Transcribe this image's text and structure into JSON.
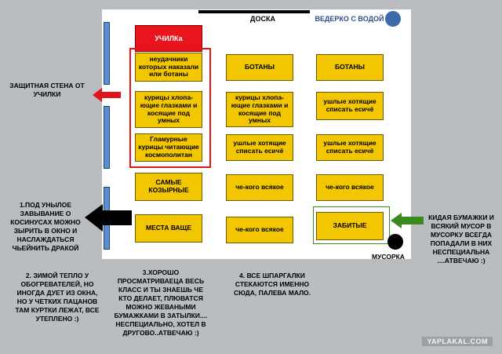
{
  "board_label": "ДОСКА",
  "bucket_label": "ВЕДЕРКО С ВОДОЙ",
  "teacher_label": "УЧИЛКа",
  "bin_label": "МУСОРКА",
  "desks": {
    "c1r1": "неудачники которых наказали или ботаны",
    "c1r2": "курицы хлопа-ющие глазками и косящие под умных",
    "c1r3": "Гламурные курицы читающие космополитан",
    "c1r4": "САМЫЕ КОЗЫРНЫЕ",
    "c1r5": "МЕСТА ВАЩЕ",
    "c2r1": "БОТАНЫ",
    "c2r2": "курицы хлопа-ющие глазками и косящие под умных",
    "c2r3": "ушлые хотящие списать есичё",
    "c2r4": "че-кого всякое",
    "c2r5": "че-кого всякое",
    "c3r1": "БОТАНЫ",
    "c3r2": "ушлые хотящие списать есичё",
    "c3r3": "ушлые хотящие списать есичё",
    "c3r4": "че-кого всякое",
    "c3r5": "ЗАБИТЫЕ"
  },
  "annotations": {
    "wall": "ЗАЩИТНАЯ СТЕНА ОТ УЧИЛКИ",
    "note1": "1.ПОД УНЫЛОЕ ЗАВЫВАНИЕ О КОСИНУСАХ МОЖНО ЗЫРИТЬ В ОКНО И НАСЛАЖДАТЬСЯ ЧЬЕЙНИТЬ ДРАКОЙ",
    "note2": "2. ЗИМОЙ ТЕПЛО У ОБОГРЕВАТЕЛЕЙ, НО ИНОГДА ДУЕТ ИЗ ОКНА, НО У ЧЕТКИХ ПАЦАНОВ ТАМ КУРТКИ ЛЕЖАТ, ВСЕ УТЕПЛЕНО :)",
    "note3": "3.ХОРОШО ПРОСМАТРИВАЕЦА ВЕСЬ КЛАСС И ТЫ ЗНАЕШЬ ЧЕ КТО ДЕЛАЕТ, ПЛЮВАТСЯ МОЖНО ЖЕВАНЫМИ БУМАЖКАМИ В ЗАТЫЛКИ.... НЕСПЕЦИАЛЬНО, ХОТЕЛ В ДРУГОВО..АТВЕЧАЮ :)",
    "note4": "4. ВСЕ ШПАРГАЛКИ СТЕКАЮТСЯ ИМЕННО СЮДА, ПАЛЕВА МАЛО.",
    "right": "КИДАЯ БУМАЖКИ И ВСЯКИЙ МУСОР В МУСОРКУ ВСЕГДА ПОПАДАЛИ В НИХ НЕСПЕЦИАЛЬНА ....АТВЕЧАЮ :)"
  },
  "watermark": "YAPLAKAL.COM",
  "colors": {
    "desk": "#f2c600",
    "teacher": "#e8161c",
    "frame_red": "#e0141b",
    "frame_green": "#3a8a20",
    "window": "#5b8fd4",
    "bucket": "#3d6baa",
    "background": "#b9bdc0"
  }
}
